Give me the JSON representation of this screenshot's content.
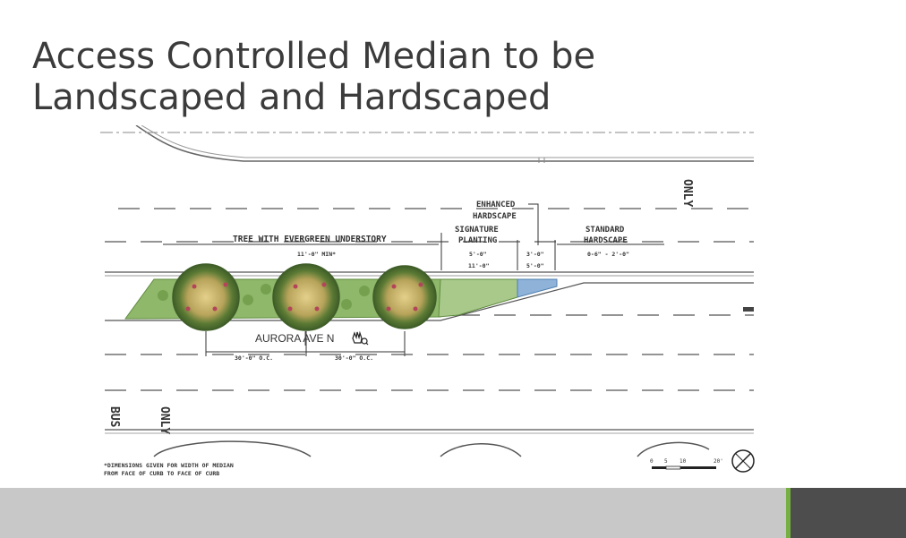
{
  "slide": {
    "title_line1": "Access Controlled Median to be",
    "title_line2": "Landscaped and Hardscaped"
  },
  "plan": {
    "tree_label": "TREE WITH EVERGREEN UNDERSTORY",
    "tree_dim": "11'-0\" MIN*",
    "signature_label_1": "SIGNATURE",
    "signature_label_2": "PLANTING",
    "signature_dim": "5'-0\"",
    "signature_dim_2": "11'-0\"",
    "enhanced_label_1": "ENHANCED",
    "enhanced_label_2": "HARDSCAPE",
    "enhanced_dim": "3'-0\"",
    "enhanced_dim_2": "5'-0\"",
    "standard_label_1": "STANDARD",
    "standard_label_2": "HARDSCAPE",
    "standard_dim": "0-6\" - 2'-0\"",
    "spacing_1": "30'-0\" O.C.",
    "spacing_2": "30'-0\" O.C.",
    "street_label": "AURORA AVE N",
    "only_top": "ONLY",
    "bus": "BUS",
    "only_bottom": "ONLY",
    "note_line1": "*DIMENSIONS GIVEN FOR WIDTH OF MEDIAN",
    "note_line2": "FROM FACE OF CURB TO FACE OF CURB",
    "scale_0": "0",
    "scale_5": "5",
    "scale_10": "10",
    "scale_20": "20'"
  },
  "colors": {
    "title": "#3b3b3b",
    "footer": "#c8c8c8",
    "accent": "#76b043",
    "footer_dark": "#4d4d4d",
    "planting_green": "#8fb86a",
    "hardscape_blue": "#8fb2d8"
  }
}
